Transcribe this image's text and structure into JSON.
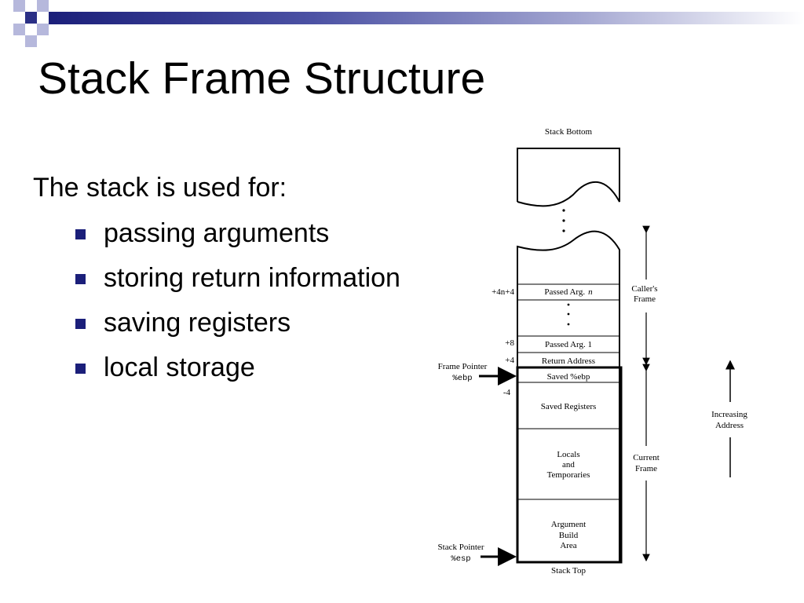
{
  "slide": {
    "title": "Stack Frame Structure",
    "intro": "The stack is used for:",
    "bullets": [
      "passing arguments",
      "storing return information",
      "saving registers",
      "local storage"
    ]
  },
  "theme": {
    "accent": "#1b1f7a",
    "accent_light": "#a3a6d1"
  },
  "diagram": {
    "stack_bottom": "Stack Bottom",
    "stack_top": "Stack Top",
    "cells": {
      "passed_arg_n_prefix": "Passed Arg.",
      "passed_arg_n_var": "n",
      "passed_arg_1": "Passed Arg.  1",
      "return_address": "Return Address",
      "saved_ebp": "Saved %ebp",
      "saved_registers": "Saved Registers",
      "locals": [
        "Locals",
        "and",
        "Temporaries"
      ],
      "argument_build": [
        "Argument",
        "Build",
        "Area"
      ]
    },
    "offsets": {
      "arg_n": "+4n+4",
      "arg_1": "+8",
      "return": "+4",
      "minus": "-4"
    },
    "pointers": {
      "frame_label": "Frame Pointer",
      "frame_reg": "%ebp",
      "stack_label": "Stack Pointer",
      "stack_reg": "%esp"
    },
    "frames": {
      "caller": [
        "Caller's",
        "Frame"
      ],
      "current": [
        "Current",
        "Frame"
      ]
    },
    "address": [
      "Increasing",
      "Address"
    ]
  }
}
